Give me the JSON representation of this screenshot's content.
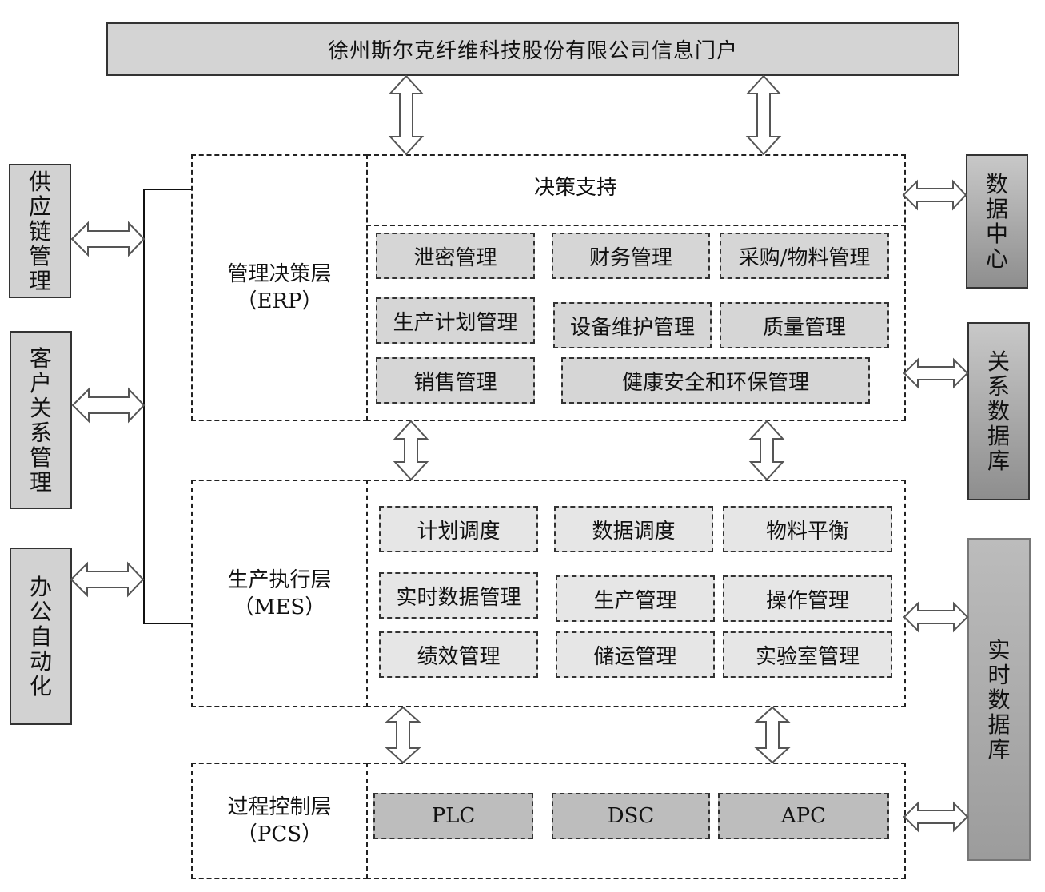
{
  "portal": {
    "title": "徐州斯尔克纤维科技股份有限公司信息门户"
  },
  "left_systems": [
    {
      "label": "供应链管理"
    },
    {
      "label": "客户关系管理"
    },
    {
      "label": "办公自动化"
    }
  ],
  "right_systems": [
    {
      "label": "数据中心"
    },
    {
      "label": "关系数据库"
    },
    {
      "label": "实时数据库"
    }
  ],
  "layers": {
    "erp": {
      "name": "管理决策层",
      "abbr": "（ERP）",
      "decision_support": "决策支持",
      "modules": [
        "泄密管理",
        "财务管理",
        "采购/物料管理",
        "生产计划管理",
        "设备维护管理",
        "质量管理",
        "销售管理",
        "健康安全和环保管理"
      ]
    },
    "mes": {
      "name": "生产执行层",
      "abbr": "（MES）",
      "modules": [
        "计划调度",
        "数据调度",
        "物料平衡",
        "实时数据管理",
        "生产管理",
        "操作管理",
        "绩效管理",
        "储运管理",
        "实验室管理"
      ]
    },
    "pcs": {
      "name": "过程控制层",
      "abbr": "（PCS）",
      "modules": [
        "PLC",
        "DSC",
        "APC"
      ]
    }
  },
  "colors": {
    "portal_fill": "#d4d4d4",
    "erp_module_fill": "#d6d6d6",
    "mes_module_fill": "#e6e6e6",
    "pcs_module_fill": "#bdbdbd"
  }
}
